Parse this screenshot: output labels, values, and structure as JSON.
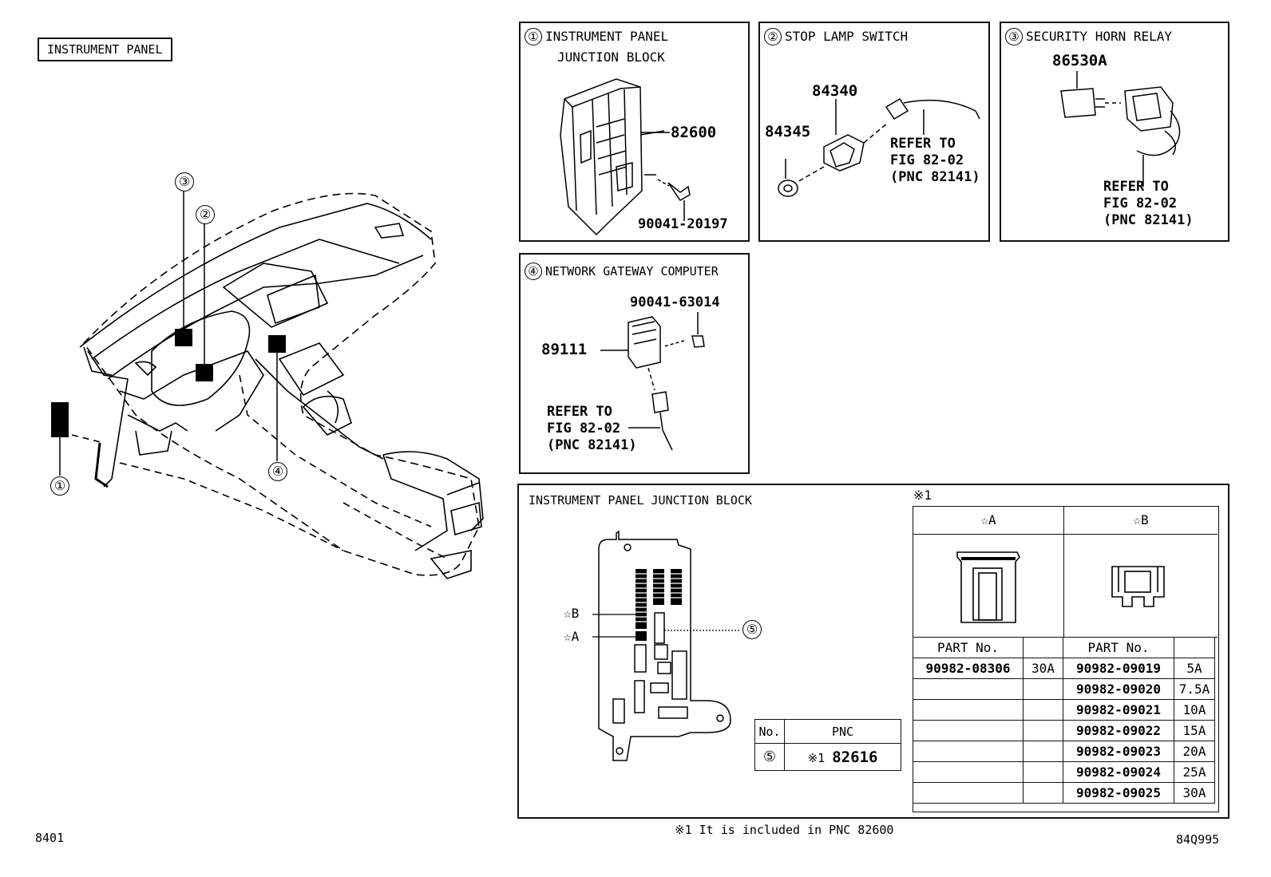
{
  "header": {
    "label": "INSTRUMENT PANEL"
  },
  "page_number": "8401",
  "figure_code": "84Q995",
  "footnote": "※1 It is included in PNC 82600",
  "callouts": [
    "①",
    "②",
    "③",
    "④",
    "⑤"
  ],
  "panel1": {
    "num": "①",
    "title_line1": "INSTRUMENT PANEL",
    "title_line2": "JUNCTION BLOCK",
    "part_main": "82600",
    "part_bolt": "90041-20197"
  },
  "panel2": {
    "num": "②",
    "title": "STOP LAMP SWITCH",
    "part_a": "84340",
    "part_b": "84345",
    "refer": [
      "REFER TO",
      "FIG 82-02",
      "(PNC 82141)"
    ]
  },
  "panel3": {
    "num": "③",
    "title": "SECURITY HORN RELAY",
    "part": "86530A",
    "refer": [
      "REFER TO",
      "FIG 82-02",
      "(PNC 82141)"
    ]
  },
  "panel4": {
    "num": "④",
    "title": "NETWORK GATEWAY COMPUTER",
    "part_main": "89111",
    "part_bolt": "90041-63014",
    "refer": [
      "REFER TO",
      "FIG 82-02",
      "(PNC 82141)"
    ]
  },
  "panel5": {
    "title": "INSTRUMENT PANEL JUNCTION BLOCK",
    "star_a": "☆A",
    "star_b": "☆B",
    "callout5": "⑤",
    "pnc_table": {
      "col_no": "No.",
      "col_pnc": "PNC",
      "row_no": "⑤",
      "row_note": "※1",
      "row_pnc": "82616"
    },
    "fuse_table": {
      "note": "※1",
      "col_a": "☆A",
      "col_b": "☆B",
      "part_header": "PART No.",
      "a_rows": [
        {
          "part": "90982-08306",
          "amp": "30A"
        }
      ],
      "b_rows": [
        {
          "part": "90982-09019",
          "amp": "5A"
        },
        {
          "part": "90982-09020",
          "amp": "7.5A"
        },
        {
          "part": "90982-09021",
          "amp": "10A"
        },
        {
          "part": "90982-09022",
          "amp": "15A"
        },
        {
          "part": "90982-09023",
          "amp": "20A"
        },
        {
          "part": "90982-09024",
          "amp": "25A"
        },
        {
          "part": "90982-09025",
          "amp": "30A"
        }
      ]
    }
  }
}
